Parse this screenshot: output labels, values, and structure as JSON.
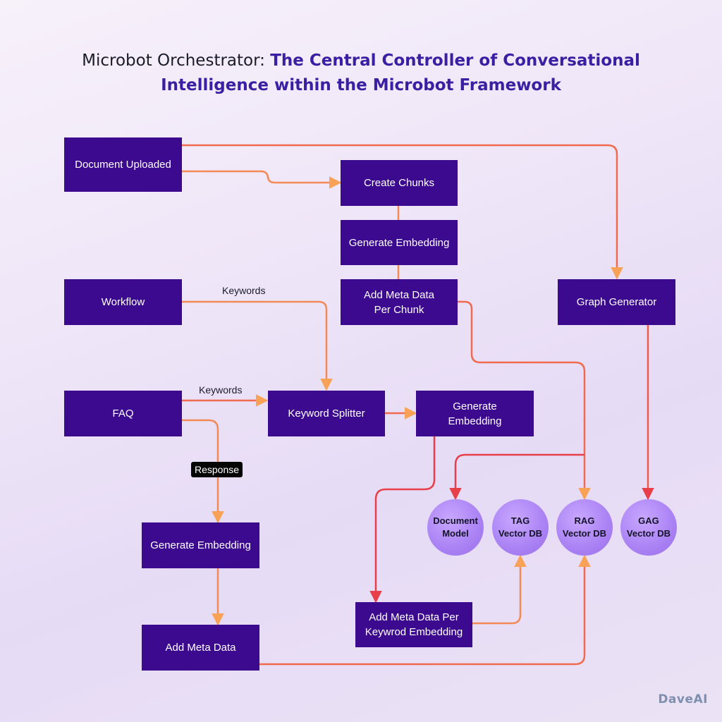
{
  "title": {
    "prefix": "Microbot Orchestrator: ",
    "bold_line1": "The Central Controller of Conversational",
    "bold_line2": "Intelligence within the Microbot Framework"
  },
  "nodes": {
    "document_uploaded": "Document Uploaded",
    "create_chunks": "Create Chunks",
    "generate_embedding_top": "Generate Embedding",
    "add_meta_data_per_chunk": "Add Meta Data\nPer Chunk",
    "graph_generator": "Graph Generator",
    "workflow": "Workflow",
    "faq": "FAQ",
    "keyword_splitter": "Keyword Splitter",
    "generate_embedding_mid": "Generate\nEmbedding",
    "generate_embedding_left": "Generate Embedding",
    "add_meta_data": "Add Meta Data",
    "add_meta_data_per_keyword": "Add Meta Data Per\nKeywrod Embedding"
  },
  "databases": {
    "document_model": "Document\nModel",
    "tag_vector_db": "TAG\nVector DB",
    "rag_vector_db": "RAG\nVector DB",
    "gag_vector_db": "GAG\nVector DB"
  },
  "edge_labels": {
    "keywords_workflow": "Keywords",
    "keywords_faq": "Keywords",
    "response": "Response"
  },
  "brand": "DaveAI",
  "colors": {
    "node_fill": "#3c0a8f",
    "db_fill": "#aa82f4",
    "connector_start": "#e8404a",
    "connector_end": "#f7a257",
    "title_accent": "#3a1fa3"
  }
}
